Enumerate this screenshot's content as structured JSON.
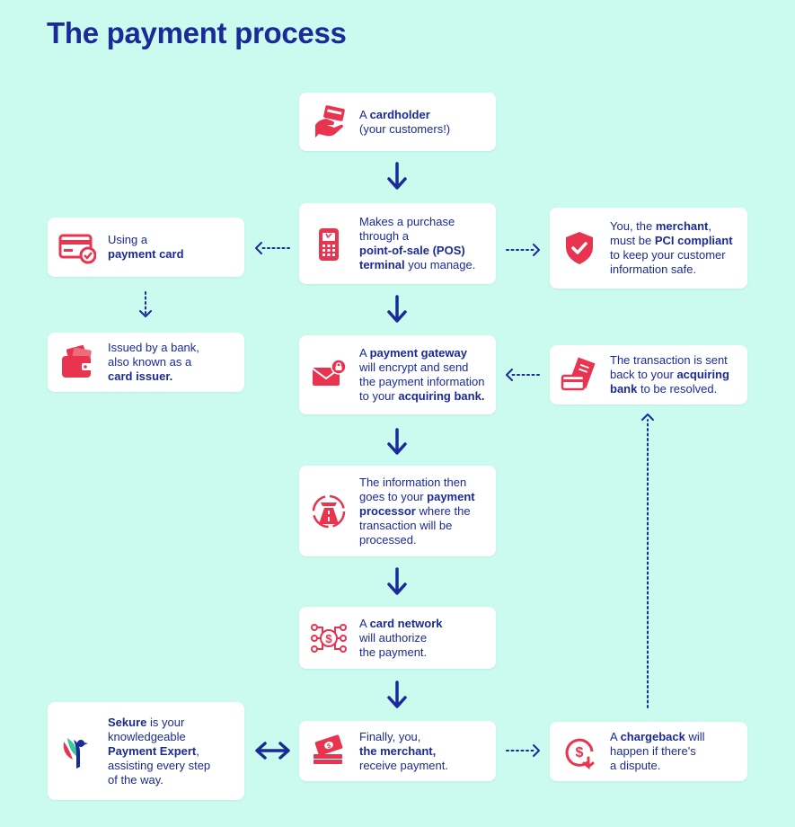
{
  "title": "The payment process",
  "colors": {
    "accent": "#e8344e",
    "navy": "#1a2a99",
    "background": "#cbfaee"
  },
  "steps": [
    {
      "id": "cardholder",
      "icon": "hand-card-icon",
      "lines": [
        [
          {
            "t": "A "
          },
          {
            "t": "cardholder",
            "b": true
          }
        ],
        [
          {
            "t": "(your customers!)"
          }
        ]
      ]
    },
    {
      "id": "pos",
      "icon": "pos-terminal-icon",
      "lines": [
        [
          {
            "t": "Makes a purchase"
          }
        ],
        [
          {
            "t": "through a"
          }
        ],
        [
          {
            "t": "point-of-sale (POS)",
            "b": true
          }
        ],
        [
          {
            "t": "terminal",
            "b": true
          },
          {
            "t": " you manage."
          }
        ]
      ]
    },
    {
      "id": "payment-card",
      "icon": "credit-card-check-icon",
      "lines": [
        [
          {
            "t": "Using a"
          }
        ],
        [
          {
            "t": "payment card",
            "b": true
          }
        ]
      ]
    },
    {
      "id": "merchant-pci",
      "icon": "shield-check-icon",
      "lines": [
        [
          {
            "t": "You, the "
          },
          {
            "t": "merchant",
            "b": true
          },
          {
            "t": ","
          }
        ],
        [
          {
            "t": "must be "
          },
          {
            "t": "PCI compliant",
            "b": true
          }
        ],
        [
          {
            "t": "to keep your customer"
          }
        ],
        [
          {
            "t": "information safe."
          }
        ]
      ]
    },
    {
      "id": "card-issuer",
      "icon": "wallet-icon",
      "lines": [
        [
          {
            "t": "Issued by a bank,"
          }
        ],
        [
          {
            "t": "also known as a"
          }
        ],
        [
          {
            "t": "card issuer.",
            "b": true
          }
        ]
      ]
    },
    {
      "id": "gateway",
      "icon": "locked-envelope-icon",
      "lines": [
        [
          {
            "t": "A "
          },
          {
            "t": "payment gateway",
            "b": true
          }
        ],
        [
          {
            "t": "will encrypt and send"
          }
        ],
        [
          {
            "t": "the payment information"
          }
        ],
        [
          {
            "t": "to your "
          },
          {
            "t": "acquiring bank.",
            "b": true
          }
        ]
      ]
    },
    {
      "id": "sent-back",
      "icon": "receipt-card-icon",
      "lines": [
        [
          {
            "t": "The transaction is sent"
          }
        ],
        [
          {
            "t": "back to your "
          },
          {
            "t": "acquiring",
            "b": true
          }
        ],
        [
          {
            "t": "bank",
            "b": true
          },
          {
            "t": " to be resolved."
          }
        ]
      ]
    },
    {
      "id": "processor",
      "icon": "processor-road-icon",
      "lines": [
        [
          {
            "t": "The information then"
          }
        ],
        [
          {
            "t": "goes to your "
          },
          {
            "t": "payment",
            "b": true
          }
        ],
        [
          {
            "t": "processor",
            "b": true
          },
          {
            "t": " where the"
          }
        ],
        [
          {
            "t": "transaction will be"
          }
        ],
        [
          {
            "t": "processed."
          }
        ]
      ]
    },
    {
      "id": "network",
      "icon": "card-network-icon",
      "lines": [
        [
          {
            "t": "A "
          },
          {
            "t": "card network",
            "b": true
          }
        ],
        [
          {
            "t": "will authorize"
          }
        ],
        [
          {
            "t": "the payment."
          }
        ]
      ]
    },
    {
      "id": "sekure",
      "icon": "sekure-logo-icon",
      "lines": [
        [
          {
            "t": "Sekure",
            "b": true
          },
          {
            "t": " is your"
          }
        ],
        [
          {
            "t": "knowledgeable"
          }
        ],
        [
          {
            "t": "Payment Expert",
            "b": true
          },
          {
            "t": ","
          }
        ],
        [
          {
            "t": "assisting every step"
          }
        ],
        [
          {
            "t": "of the way."
          }
        ]
      ]
    },
    {
      "id": "receive-payment",
      "icon": "cash-stack-icon",
      "lines": [
        [
          {
            "t": "Finally, you,"
          }
        ],
        [
          {
            "t": "the merchant,",
            "b": true
          }
        ],
        [
          {
            "t": "receive payment."
          }
        ]
      ]
    },
    {
      "id": "chargeback",
      "icon": "dollar-return-icon",
      "lines": [
        [
          {
            "t": "A "
          },
          {
            "t": "chargeback",
            "b": true
          },
          {
            "t": " will"
          }
        ],
        [
          {
            "t": "happen if there's"
          }
        ],
        [
          {
            "t": "a dispute."
          }
        ]
      ]
    }
  ]
}
